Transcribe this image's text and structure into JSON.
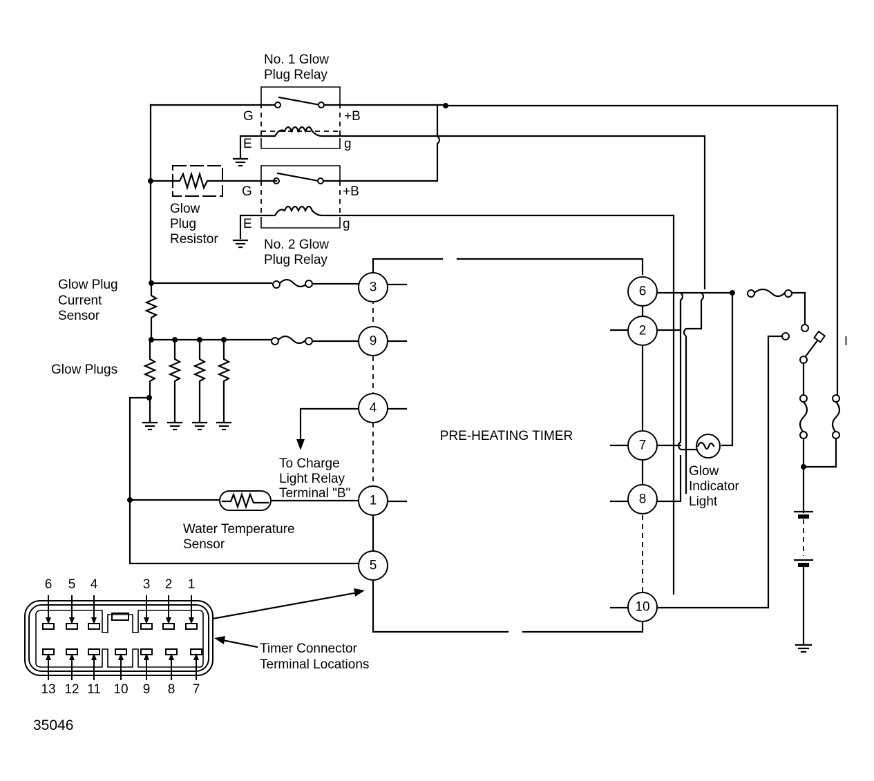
{
  "diagram": {
    "title": "PRE-HEATING TIMER",
    "figure_number": "35046",
    "relay1": {
      "label_line1": "No. 1 Glow",
      "label_line2": "Plug Relay",
      "pin_G": "G",
      "pin_B": "+B",
      "pin_E": "E",
      "pin_g": "g"
    },
    "relay2": {
      "label_line1": "No. 2 Glow",
      "label_line2": "Plug Relay",
      "pin_G": "G",
      "pin_B": "+B",
      "pin_E": "E",
      "pin_g": "g"
    },
    "resistor": {
      "label_line1": "Glow",
      "label_line2": "Plug",
      "label_line3": "Resistor"
    },
    "current_sensor": {
      "label_line1": "Glow Plug",
      "label_line2": "Current",
      "label_line3": "Sensor"
    },
    "glow_plugs": {
      "label": "Glow Plugs"
    },
    "charge_relay": {
      "label_line1": "To Charge",
      "label_line2": "Light Relay",
      "label_line3": "Terminal \"B\""
    },
    "water_sensor": {
      "label_line1": "Water Temperature",
      "label_line2": "Sensor"
    },
    "indicator": {
      "label_line1": "Glow",
      "label_line2": "Indicator",
      "label_line3": "Light"
    },
    "connector": {
      "label_line1": "Timer Connector",
      "label_line2": "Terminal Locations",
      "top_pins": [
        "6",
        "5",
        "4",
        "3",
        "2",
        "1"
      ],
      "bottom_pins": [
        "13",
        "12",
        "11",
        "10",
        "9",
        "8",
        "7"
      ]
    },
    "timer_terminals": {
      "t3": "3",
      "t9": "9",
      "t4": "4",
      "t1": "1",
      "t5": "5",
      "t6": "6",
      "t2": "2",
      "t7": "7",
      "t8": "8",
      "t10": "10"
    },
    "edge_label": "I"
  }
}
